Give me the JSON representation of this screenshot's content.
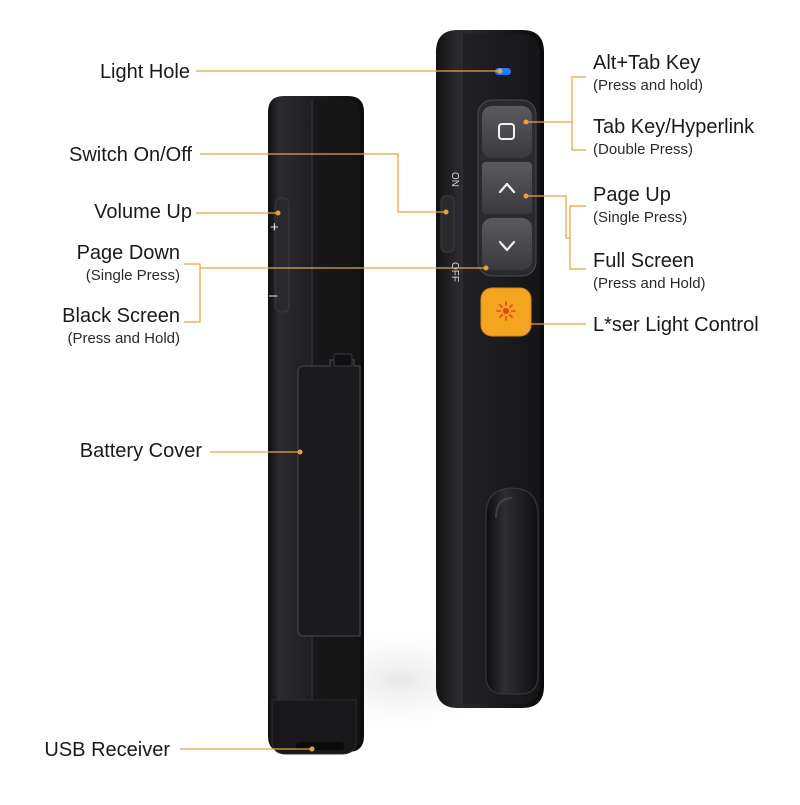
{
  "product": {
    "switch_on_text": "ON",
    "switch_off_text": "OFF",
    "volume_plus_text": "+",
    "volume_minus_text": "–",
    "accent_orange": "#F5A41F",
    "leader_color": "#E9A23B",
    "indicator_blue": "#1E7BFF",
    "body_color": "#1C1C1E"
  },
  "callouts": {
    "light_hole": "Light Hole",
    "switch_on_off": "Switch On/Off",
    "volume_up": "Volume Up",
    "page_down": "Page Down",
    "page_down_sub": "(Single Press)",
    "black_screen": "Black Screen",
    "black_screen_sub": "(Press and Hold)",
    "battery_cover": "Battery Cover",
    "usb_receiver": "USB Receiver",
    "alt_tab": "Alt+Tab Key",
    "alt_tab_sub": "(Press and hold)",
    "tab_key": "Tab Key/Hyperlink",
    "tab_key_sub": "(Double Press)",
    "page_up": "Page Up",
    "page_up_sub": "(Single Press)",
    "full_screen": "Full Screen",
    "full_screen_sub": "(Press and Hold)",
    "laser": "L*ser Light Control"
  }
}
